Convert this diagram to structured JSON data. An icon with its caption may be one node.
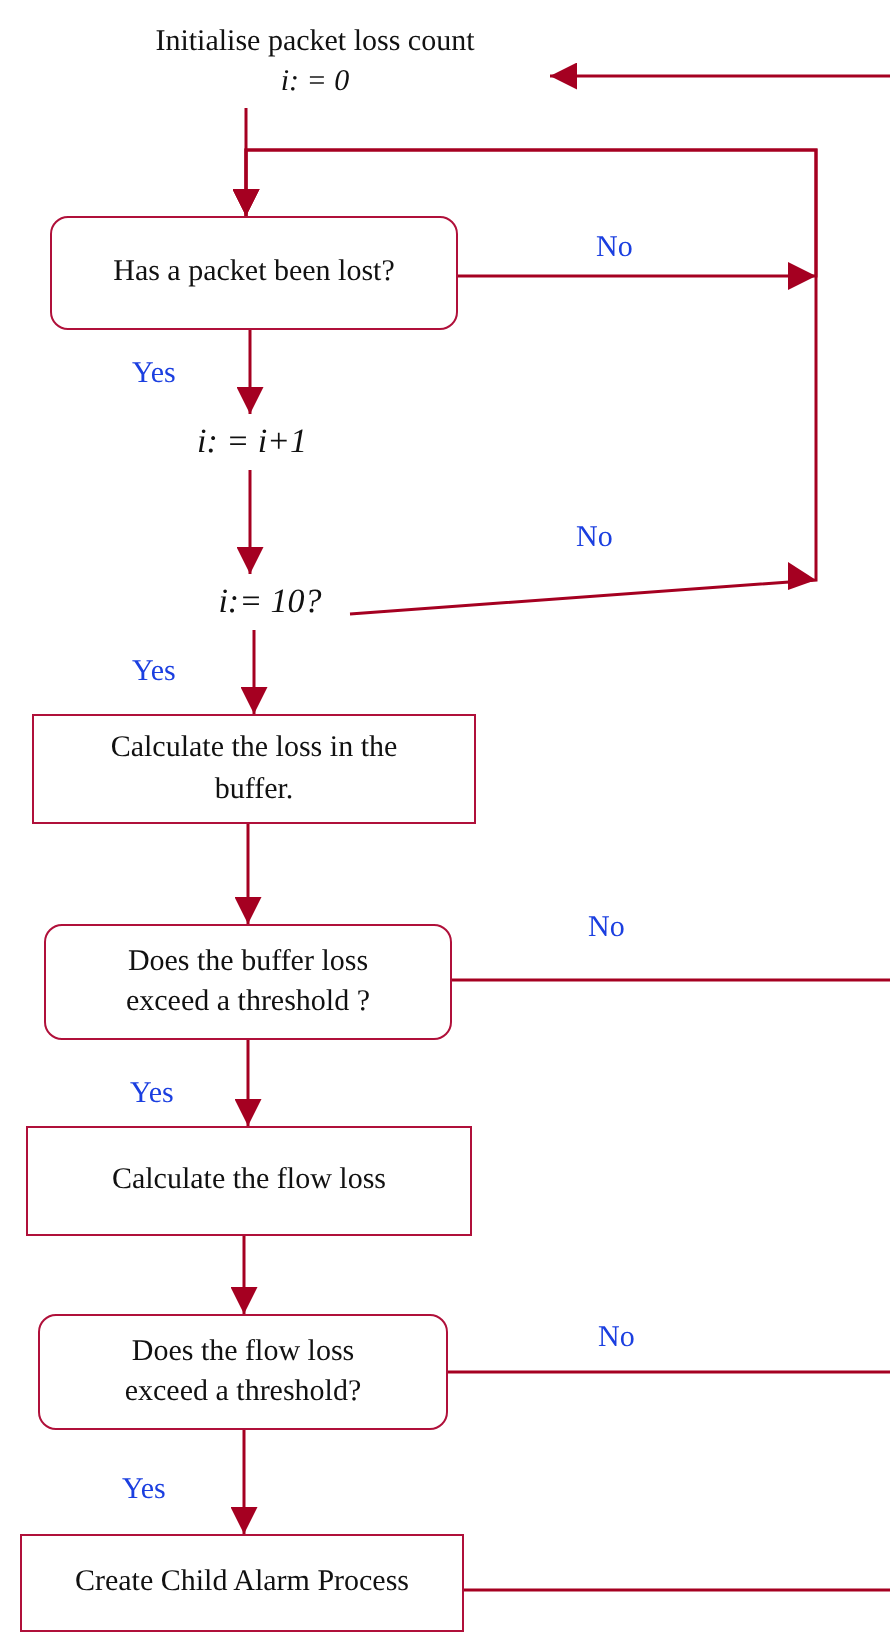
{
  "diagram": {
    "nodes": [
      {
        "text": [
          "Initialise  packet loss count",
          "i: = 0"
        ]
      },
      {
        "text": [
          "Has a packet been lost?"
        ]
      },
      {
        "text": [
          "i: = i+1"
        ]
      },
      {
        "text": [
          "i:= 10?"
        ]
      },
      {
        "text": [
          "Calculate the loss in the buffer."
        ]
      },
      {
        "text": [
          "Does the buffer loss exceed a threshold ?"
        ]
      },
      {
        "text": [
          "Calculate the flow loss"
        ]
      },
      {
        "text": [
          "Does the flow loss exceed a threshold?"
        ]
      },
      {
        "text": [
          "Create Child Alarm Process"
        ]
      }
    ],
    "edges": [
      {
        "from": null,
        "to": 0,
        "arrow": "to"
      },
      {
        "from": 0,
        "to": 1,
        "arrow": "to"
      },
      {
        "from": 1,
        "to": 1,
        "arrow": "to",
        "label": "No"
      },
      {
        "from": 1,
        "to": 2,
        "arrow": "to",
        "label": "Yes"
      },
      {
        "from": 2,
        "to": 3,
        "arrow": "to"
      },
      {
        "from": 3,
        "to": 1,
        "arrow": "to",
        "label": "No"
      },
      {
        "from": 3,
        "to": 4,
        "arrow": "to",
        "label": "Yes"
      },
      {
        "from": 4,
        "to": 5,
        "arrow": "to"
      },
      {
        "from": 5,
        "to": null,
        "arrow": "none",
        "label": "No"
      },
      {
        "from": 5,
        "to": 6,
        "arrow": "to",
        "label": "Yes"
      },
      {
        "from": 6,
        "to": 7,
        "arrow": "to"
      },
      {
        "from": 7,
        "to": null,
        "arrow": "none",
        "label": "No"
      },
      {
        "from": 7,
        "to": 8,
        "arrow": "to",
        "label": "Yes"
      },
      {
        "from": 8,
        "to": null,
        "arrow": "none"
      }
    ]
  }
}
